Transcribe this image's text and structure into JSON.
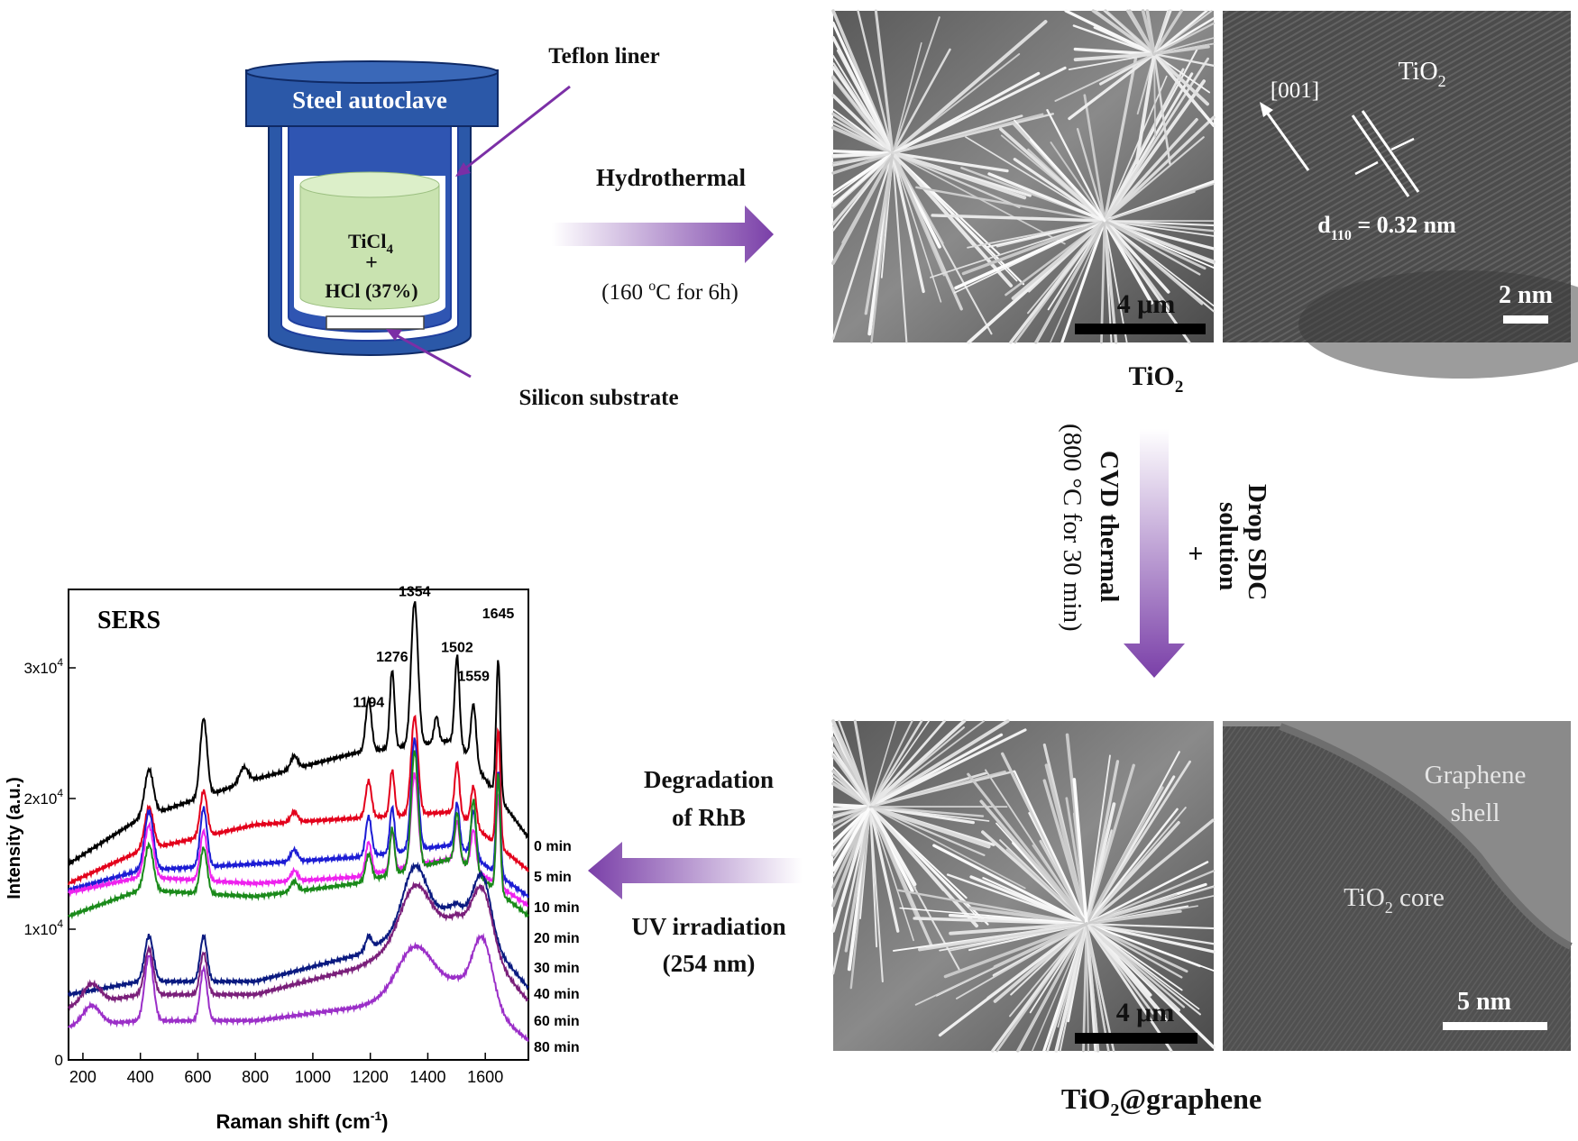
{
  "autoclave": {
    "title": "Steel autoclave",
    "teflon_label": "Teflon liner",
    "substrate_label": "Silicon substrate",
    "reagent_1_base": "TiCl",
    "reagent_1_sub": "4",
    "plus": "+",
    "reagent_2": "HCl (37%)"
  },
  "step_hydrothermal": {
    "label": "Hydrothermal",
    "condition_prefix": "(160 ",
    "condition_sup": "o",
    "condition_suffix": "C for 6h)"
  },
  "step_cvd": {
    "line1": "Drop SDC",
    "line2": "solution",
    "plus": "+",
    "line3": "CVD thermal",
    "line4": "(800 °C for 30 min)"
  },
  "step_degradation": {
    "line1": "Degradation",
    "line2": "of RhB",
    "line3": "UV irradiation",
    "line4": "(254 nm)"
  },
  "tio2_panel": {
    "sem_scale": "4 μm",
    "tem_direction": "[001]",
    "tem_title_base": "TiO",
    "tem_title_sub": "2",
    "tem_spacing_prefix": "d",
    "tem_spacing_sub": "110",
    "tem_spacing_value": " = 0.32 nm",
    "tem_scale": "2 nm",
    "caption_base": "TiO",
    "caption_sub": "2"
  },
  "graphene_panel": {
    "sem_scale": "4 μm",
    "tem_shell_line1": "Graphene",
    "tem_shell_line2": "shell",
    "tem_core_base": "TiO",
    "tem_core_sub": "2",
    "tem_core_suffix": " core",
    "tem_scale": "5 nm",
    "caption_base": "TiO",
    "caption_sub": "2",
    "caption_suffix": "@graphene"
  },
  "colors": {
    "autoclave_blue": "#2b58a8",
    "autoclave_inner": "#1f3f9e",
    "solution_green": "#c9e3b0",
    "arrow_purple": "#7a3fa8",
    "line_purple": "#7b2fa6"
  },
  "chart_data": {
    "type": "line",
    "title": "SERS",
    "xlabel": "Raman shift (cm-1)",
    "ylabel": "Intensity (a.u.)",
    "xlim": [
      150,
      1750
    ],
    "ylim": [
      0,
      36000
    ],
    "x_ticks": [
      200,
      400,
      600,
      800,
      1000,
      1200,
      1400,
      1600
    ],
    "y_ticks": [
      {
        "value": 0,
        "label": "0"
      },
      {
        "value": 10000,
        "label": "1x10",
        "exp": "4"
      },
      {
        "value": 20000,
        "label": "2x10",
        "exp": "4"
      },
      {
        "value": 30000,
        "label": "3x10",
        "exp": "4"
      }
    ],
    "peak_labels": [
      {
        "x": 1194,
        "y": 27000,
        "label": "1194"
      },
      {
        "x": 1276,
        "y": 30500,
        "label": "1276"
      },
      {
        "x": 1354,
        "y": 35500,
        "label": "1354"
      },
      {
        "x": 1502,
        "y": 31200,
        "label": "1502"
      },
      {
        "x": 1559,
        "y": 29000,
        "label": "1559"
      },
      {
        "x": 1645,
        "y": 33800,
        "label": "1645"
      }
    ],
    "series": [
      {
        "name": "0 min",
        "color": "#000000",
        "baseline": [
          [
            150,
            15000
          ],
          [
            400,
            18500
          ],
          [
            800,
            21500
          ],
          [
            1150,
            23500
          ],
          [
            1500,
            24500
          ],
          [
            1750,
            17000
          ]
        ],
        "peaks": [
          [
            430,
            3500,
            15
          ],
          [
            620,
            6000,
            12
          ],
          [
            760,
            1200,
            15
          ],
          [
            935,
            1000,
            12
          ],
          [
            1194,
            4000,
            10
          ],
          [
            1276,
            6000,
            8
          ],
          [
            1354,
            11000,
            12
          ],
          [
            1430,
            2000,
            8
          ],
          [
            1502,
            6500,
            8
          ],
          [
            1559,
            4500,
            9
          ],
          [
            1645,
            10500,
            7
          ]
        ]
      },
      {
        "name": "5 min",
        "color": "#e3001b",
        "baseline": [
          [
            150,
            13500
          ],
          [
            400,
            16000
          ],
          [
            800,
            18000
          ],
          [
            1150,
            18500
          ],
          [
            1500,
            19000
          ],
          [
            1750,
            14500
          ]
        ],
        "peaks": [
          [
            430,
            3200,
            15
          ],
          [
            620,
            3500,
            12
          ],
          [
            935,
            800,
            12
          ],
          [
            1194,
            2800,
            10
          ],
          [
            1276,
            3500,
            8
          ],
          [
            1354,
            7500,
            12
          ],
          [
            1502,
            3800,
            8
          ],
          [
            1559,
            3000,
            9
          ],
          [
            1645,
            9000,
            7
          ]
        ]
      },
      {
        "name": "10 min",
        "color": "#1c1cd4",
        "baseline": [
          [
            150,
            13000
          ],
          [
            400,
            14500
          ],
          [
            800,
            15000
          ],
          [
            1150,
            15500
          ],
          [
            1500,
            16500
          ],
          [
            1750,
            12500
          ]
        ],
        "peaks": [
          [
            430,
            4500,
            15
          ],
          [
            620,
            4500,
            12
          ],
          [
            935,
            900,
            12
          ],
          [
            1194,
            3000,
            10
          ],
          [
            1276,
            3500,
            8
          ],
          [
            1354,
            8500,
            12
          ],
          [
            1502,
            3200,
            8
          ],
          [
            1559,
            3500,
            9
          ],
          [
            1645,
            8000,
            7
          ]
        ]
      },
      {
        "name": "20 min",
        "color": "#ee22ee",
        "baseline": [
          [
            150,
            12800
          ],
          [
            400,
            14000
          ],
          [
            800,
            13500
          ],
          [
            1150,
            14000
          ],
          [
            1500,
            15500
          ],
          [
            1750,
            11800
          ]
        ],
        "peaks": [
          [
            430,
            4000,
            15
          ],
          [
            620,
            3800,
            12
          ],
          [
            935,
            800,
            12
          ],
          [
            1194,
            2500,
            10
          ],
          [
            1276,
            3000,
            8
          ],
          [
            1354,
            7000,
            12
          ],
          [
            1502,
            2800,
            8
          ],
          [
            1559,
            3000,
            9
          ],
          [
            1645,
            7000,
            7
          ]
        ]
      },
      {
        "name": "30 min",
        "color": "#1a8a1a",
        "baseline": [
          [
            150,
            11000
          ],
          [
            400,
            13000
          ],
          [
            800,
            12500
          ],
          [
            1150,
            13500
          ],
          [
            1500,
            15500
          ],
          [
            1750,
            11000
          ]
        ],
        "peaks": [
          [
            430,
            3500,
            15
          ],
          [
            620,
            3500,
            12
          ],
          [
            935,
            800,
            12
          ],
          [
            1194,
            2000,
            10
          ],
          [
            1276,
            3500,
            8
          ],
          [
            1354,
            9000,
            12
          ],
          [
            1502,
            3500,
            8
          ],
          [
            1559,
            5500,
            9
          ],
          [
            1645,
            9000,
            7
          ]
        ]
      },
      {
        "name": "40 min",
        "color": "#0a1a80",
        "baseline": [
          [
            150,
            5000
          ],
          [
            400,
            6000
          ],
          [
            800,
            6000
          ],
          [
            1150,
            8000
          ],
          [
            1500,
            12000
          ],
          [
            1750,
            5500
          ]
        ],
        "peaks": [
          [
            430,
            3500,
            15
          ],
          [
            620,
            3500,
            12
          ],
          [
            1194,
            1000,
            10
          ],
          [
            1354,
            4500,
            40
          ],
          [
            1590,
            4500,
            30
          ]
        ]
      },
      {
        "name": "60 min",
        "color": "#7a1f7a",
        "baseline": [
          [
            150,
            4000
          ],
          [
            400,
            5000
          ],
          [
            800,
            5000
          ],
          [
            1150,
            7000
          ],
          [
            1500,
            11000
          ],
          [
            1750,
            4500
          ]
        ],
        "peaks": [
          [
            230,
            1500,
            30
          ],
          [
            430,
            3500,
            15
          ],
          [
            620,
            3200,
            12
          ],
          [
            1354,
            4000,
            50
          ],
          [
            1590,
            4500,
            35
          ]
        ]
      },
      {
        "name": "80 min",
        "color": "#9b2fc8",
        "baseline": [
          [
            150,
            2500
          ],
          [
            400,
            3000
          ],
          [
            800,
            3000
          ],
          [
            1150,
            4000
          ],
          [
            1500,
            6000
          ],
          [
            1750,
            1500
          ]
        ],
        "peaks": [
          [
            230,
            1500,
            30
          ],
          [
            430,
            5000,
            15
          ],
          [
            620,
            4000,
            12
          ],
          [
            1354,
            3500,
            60
          ],
          [
            1590,
            5000,
            35
          ]
        ]
      }
    ]
  }
}
